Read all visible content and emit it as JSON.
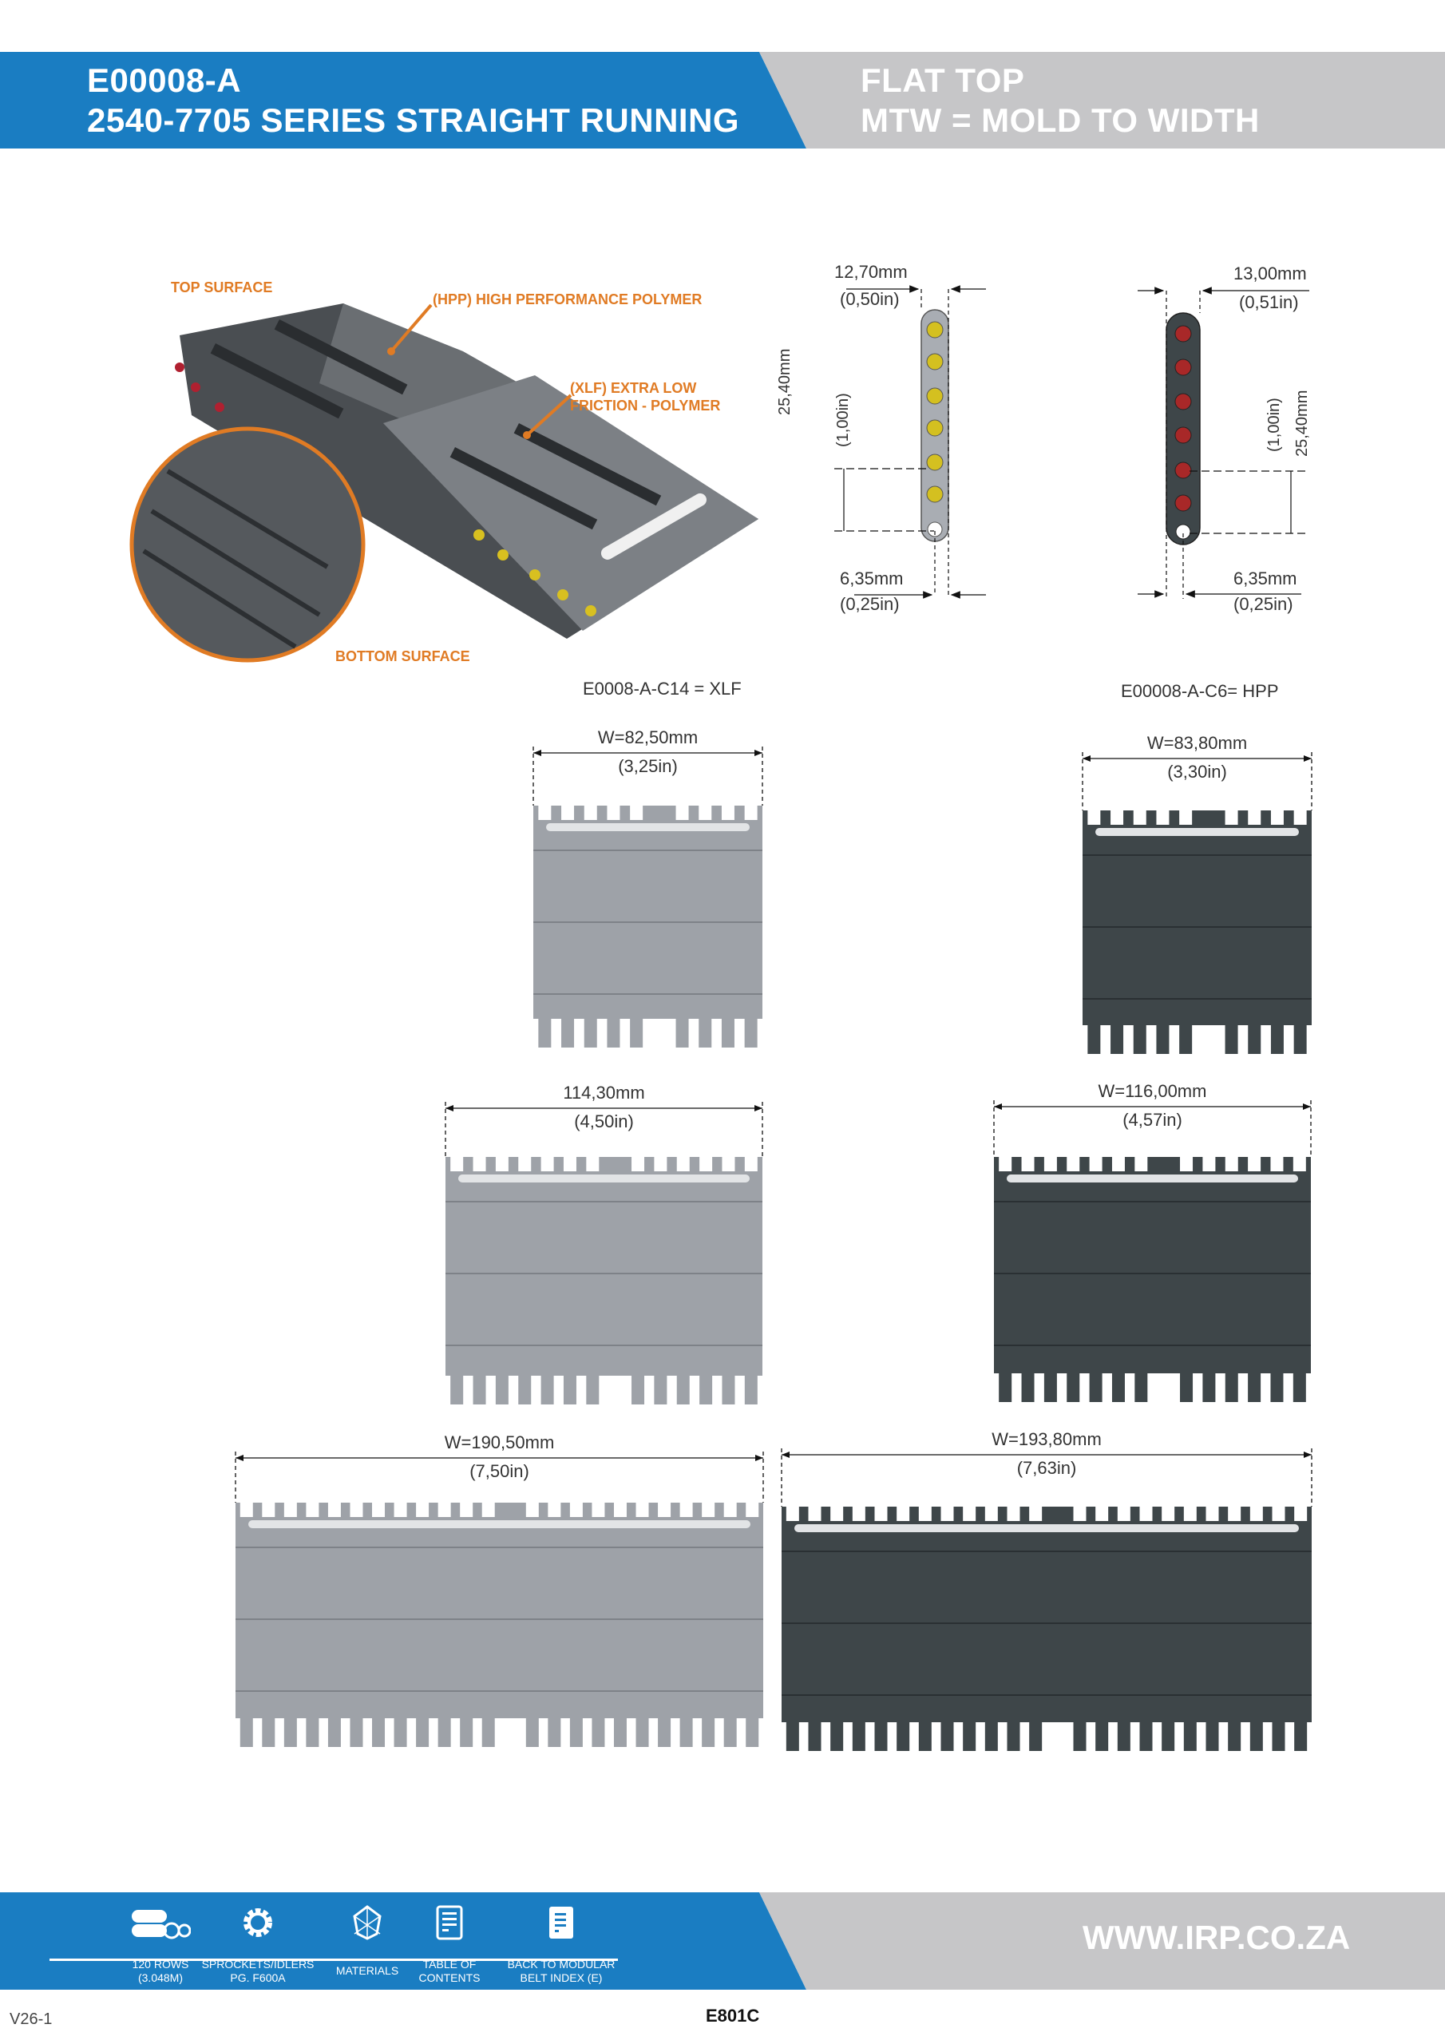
{
  "header": {
    "code": "E00008-A",
    "series": "2540-7705 SERIES STRAIGHT RUNNING",
    "type": "FLAT TOP",
    "mtw": "MTW = MOLD TO WIDTH"
  },
  "render": {
    "top_surface": "TOP SURFACE",
    "hpp": "(HPP) HIGH PERFORMANCE POLYMER",
    "xlf_line1": "(XLF) EXTRA LOW",
    "xlf_line2": "FRICTION - POLYMER",
    "bottom_surface": "BOTTOM SURFACE"
  },
  "profiles": {
    "xlf": {
      "width_mm": "12,70mm",
      "width_in": "(0,50in)",
      "pitch_mm": "25,40mm",
      "pitch_in": "(1,00in)",
      "offset_mm": "6,35mm",
      "offset_in": "(0,25in)",
      "label": "E0008-A-C14 = XLF"
    },
    "hpp": {
      "width_mm": "13,00mm",
      "width_in": "(0,51in)",
      "pitch_mm": "25,40mm",
      "pitch_in": "(1,00in)",
      "offset_mm": "6,35mm",
      "offset_in": "(0,25in)",
      "label": "E00008-A-C6= HPP"
    }
  },
  "belts": [
    {
      "mm": "W=82,50mm",
      "in": "(3,25in)",
      "material": "xlf"
    },
    {
      "mm": "W=83,80mm",
      "in": "(3,30in)",
      "material": "hpp"
    },
    {
      "mm": "114,30mm",
      "in": "(4,50in)",
      "material": "xlf"
    },
    {
      "mm": "W=116,00mm",
      "in": "(4,57in)",
      "material": "hpp"
    },
    {
      "mm": "W=190,50mm",
      "in": "(7,50in)",
      "material": "xlf"
    },
    {
      "mm": "W=193,80mm",
      "in": "(7,63in)",
      "material": "hpp"
    }
  ],
  "colors": {
    "blue": "#1a7dc2",
    "grey": "#c6c6c8",
    "xlf": "#9ea2a8",
    "hpp": "#3e4649",
    "accent": "#e07b24"
  },
  "footer": {
    "items": [
      {
        "icon": "rolls-icon",
        "line1": "120 ROWS",
        "line2": "(3.048M)"
      },
      {
        "icon": "gear-icon",
        "line1": "SPROCKETS/IDLERS",
        "line2": "PG. F600A"
      },
      {
        "icon": "materials-icon",
        "line1": "MATERIALS",
        "line2": ""
      },
      {
        "icon": "document-icon",
        "line1": "TABLE OF",
        "line2": "CONTENTS"
      },
      {
        "icon": "index-icon",
        "line1": "BACK TO MODULAR",
        "line2": "BELT INDEX (E)"
      }
    ],
    "website": "WWW.IRP.CO.ZA",
    "version": "V26-1",
    "page": "E801C"
  }
}
